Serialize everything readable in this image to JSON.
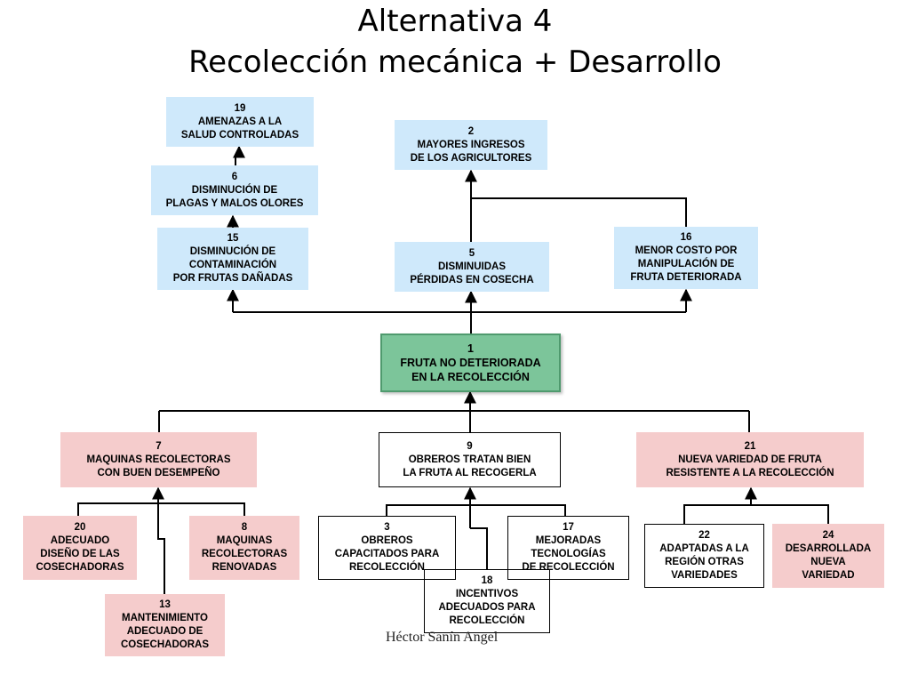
{
  "title": {
    "line1": "Alternativa 4",
    "line2": "Recolección mecánica + Desarrollo"
  },
  "nodes": {
    "n19": {
      "num": "19",
      "lines": [
        "AMENAZAS A LA",
        "SALUD CONTROLADAS"
      ],
      "color": "#cfe9fb"
    },
    "n6": {
      "num": "6",
      "lines": [
        "DISMINUCIÓN DE",
        "PLAGAS Y MALOS OLORES"
      ],
      "color": "#cfe9fb"
    },
    "n15": {
      "num": "15",
      "lines": [
        "DISMINUCIÓN DE",
        "CONTAMINACIÓN",
        "POR FRUTAS DAÑADAS"
      ],
      "color": "#cfe9fb"
    },
    "n2": {
      "num": "2",
      "lines": [
        "MAYORES INGRESOS",
        "DE LOS AGRICULTORES"
      ],
      "color": "#cfe9fb"
    },
    "n5": {
      "num": "5",
      "lines": [
        "DISMINUIDAS",
        "PÉRDIDAS EN COSECHA"
      ],
      "color": "#cfe9fb"
    },
    "n16": {
      "num": "16",
      "lines": [
        "MENOR COSTO POR",
        "MANIPULACIÓN DE",
        "FRUTA DETERIORADA"
      ],
      "color": "#cfe9fb"
    },
    "n1": {
      "num": "1",
      "lines": [
        "FRUTA NO DETERIORADA",
        "EN LA RECOLECCIÓN"
      ],
      "color": "#7cc59a"
    },
    "n7": {
      "num": "7",
      "lines": [
        "MAQUINAS RECOLECTORAS",
        "CON BUEN DESEMPEÑO"
      ],
      "color": "#f5cccc"
    },
    "n9": {
      "num": "9",
      "lines": [
        "OBREROS TRATAN BIEN",
        "LA FRUTA AL RECOGERLA"
      ],
      "color": "#ffffff"
    },
    "n21": {
      "num": "21",
      "lines": [
        "NUEVA VARIEDAD DE FRUTA",
        "RESISTENTE A LA RECOLECCIÓN"
      ],
      "color": "#f5cccc"
    },
    "n20": {
      "num": "20",
      "lines": [
        "ADECUADO",
        "DISEÑO DE LAS",
        "COSECHADORAS"
      ],
      "color": "#f5cccc"
    },
    "n8": {
      "num": "8",
      "lines": [
        "MAQUINAS",
        "RECOLECTORAS",
        "RENOVADAS"
      ],
      "color": "#f5cccc"
    },
    "n13": {
      "num": "13",
      "lines": [
        "MANTENIMIENTO",
        "ADECUADO DE",
        "COSECHADORAS"
      ],
      "color": "#f5cccc"
    },
    "n3": {
      "num": "3",
      "lines": [
        "OBREROS",
        "CAPACITADOS PARA",
        "RECOLECCIÓN"
      ],
      "color": "#ffffff"
    },
    "n17": {
      "num": "17",
      "lines": [
        "MEJORADAS",
        "TECNOLOGÍAS",
        "DE RECOLECCIÓN"
      ],
      "color": "#ffffff"
    },
    "n18": {
      "num": "18",
      "lines": [
        "INCENTIVOS",
        "ADECUADOS PARA",
        "RECOLECCIÓN"
      ],
      "color": "#ffffff"
    },
    "n22": {
      "num": "22",
      "lines": [
        "ADAPTADAS A LA",
        "REGIÓN OTRAS",
        "VARIEDADES"
      ],
      "color": "#ffffff"
    },
    "n24": {
      "num": "24",
      "lines": [
        "DESARROLLADA",
        "NUEVA",
        "VARIEDAD"
      ],
      "color": "#f5cccc"
    }
  },
  "author": "Héctor Sanín Angel"
}
